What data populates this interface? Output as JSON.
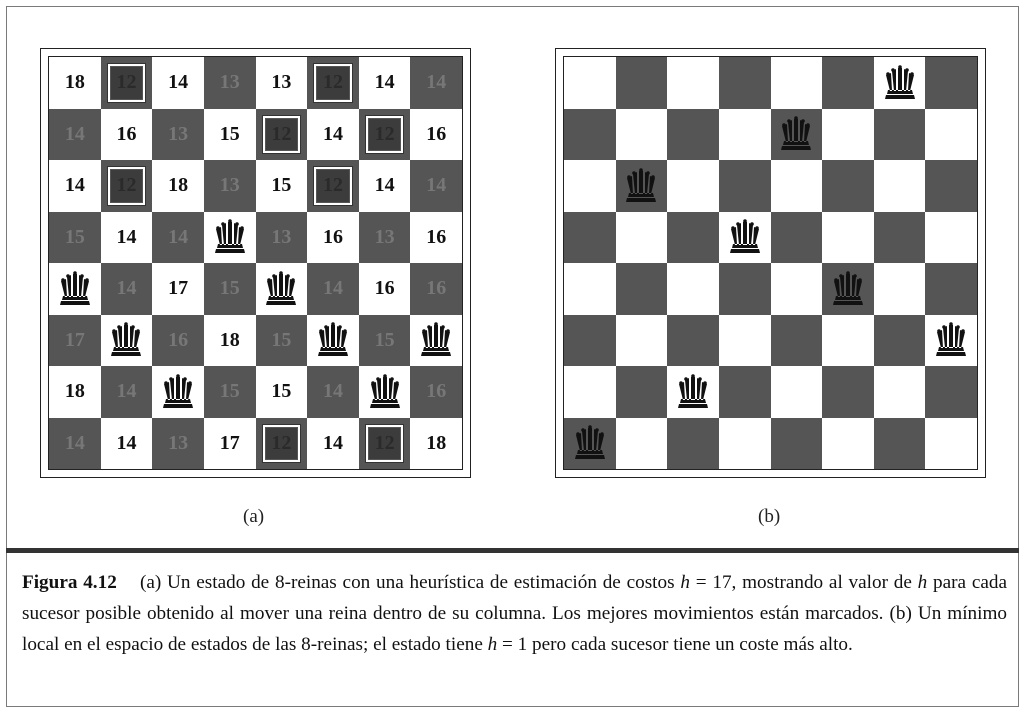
{
  "boards": [
    {
      "id": "a",
      "sublabel": "(a)",
      "cells": [
        [
          "18",
          "12",
          "14",
          "13",
          "13",
          "12",
          "14",
          "14"
        ],
        [
          "14",
          "16",
          "13",
          "15",
          "12",
          "14",
          "12",
          "16"
        ],
        [
          "14",
          "12",
          "18",
          "13",
          "15",
          "12",
          "14",
          "14"
        ],
        [
          "15",
          "14",
          "14",
          "Q",
          "13",
          "16",
          "13",
          "16"
        ],
        [
          "Q",
          "14",
          "17",
          "15",
          "Q",
          "14",
          "16",
          "16"
        ],
        [
          "17",
          "Q",
          "16",
          "18",
          "15",
          "Q",
          "15",
          "Q"
        ],
        [
          "18",
          "14",
          "Q",
          "15",
          "15",
          "14",
          "Q",
          "16"
        ],
        [
          "14",
          "14",
          "13",
          "17",
          "12",
          "14",
          "12",
          "18"
        ]
      ],
      "best_moves": [
        [
          0,
          1
        ],
        [
          0,
          5
        ],
        [
          1,
          4
        ],
        [
          1,
          6
        ],
        [
          2,
          1
        ],
        [
          2,
          5
        ],
        [
          7,
          4
        ],
        [
          7,
          6
        ]
      ]
    },
    {
      "id": "b",
      "sublabel": "(b)",
      "queens": [
        [
          7,
          0
        ],
        [
          2,
          1
        ],
        [
          6,
          2
        ],
        [
          3,
          3
        ],
        [
          1,
          4
        ],
        [
          4,
          5
        ],
        [
          0,
          6
        ],
        [
          5,
          7
        ]
      ]
    }
  ],
  "caption": {
    "figure_label": "Figura 4.12",
    "text_1": "(a) Un estado de 8-reinas con una heurística de estimación de costos ",
    "h1": "h",
    "text_2": " = 17, mostrando al valor de ",
    "h2": "h",
    "text_3": " para cada sucesor posible obtenido al mover una reina dentro de su columna. Los mejores movimientos están marcados. (b) Un mínimo local en el espacio de estados de las 8-reinas; el estado tiene ",
    "h3": "h",
    "text_4": " = 1 pero cada sucesor tiene un coste más alto."
  },
  "icons": {
    "queen": "queen-icon"
  },
  "colors": {
    "dark_square": "#555555",
    "light_square": "#ffffff"
  }
}
